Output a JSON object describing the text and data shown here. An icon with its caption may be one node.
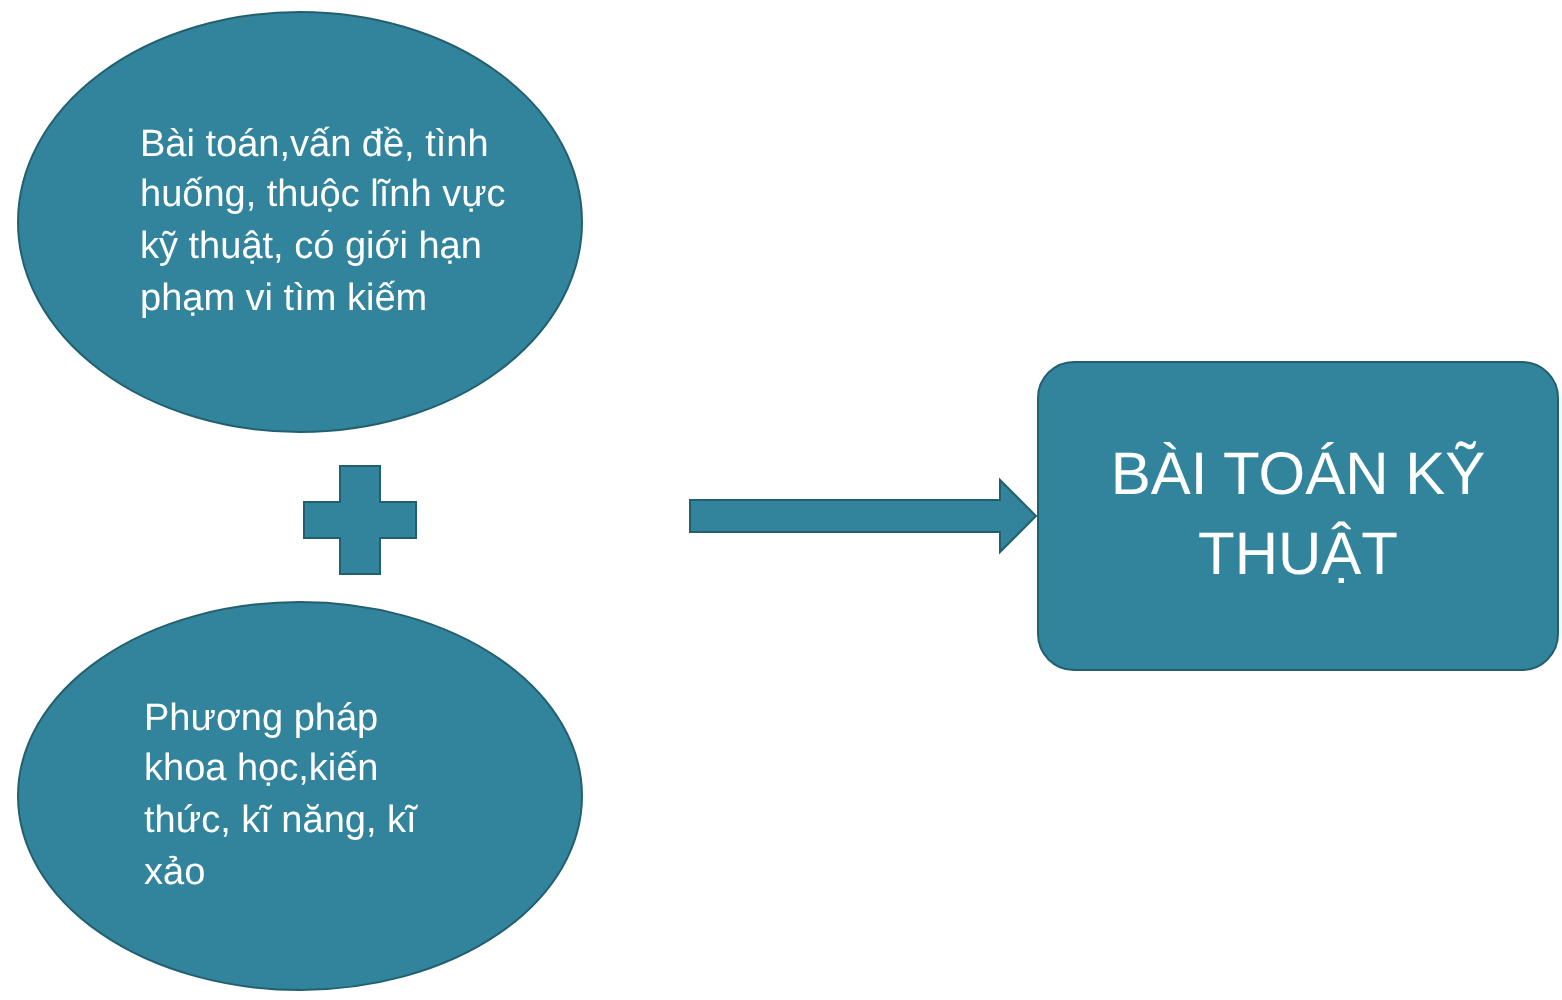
{
  "diagram": {
    "nodes": [
      {
        "text": [
          "Bài toán,vấn đề, tình huống, thuộc lĩnh vực kỹ thuật, có giới hạn phạm vi tìm kiếm"
        ]
      },
      {
        "text": [
          "Phương pháp khoa học,kiến thức, kĩ năng, kĩ xảo"
        ]
      },
      {
        "text": [
          "BÀI TOÁN KỸ THUẬT"
        ]
      }
    ],
    "edges": [
      {
        "from": null,
        "to": 2,
        "arrow": "to"
      }
    ]
  }
}
